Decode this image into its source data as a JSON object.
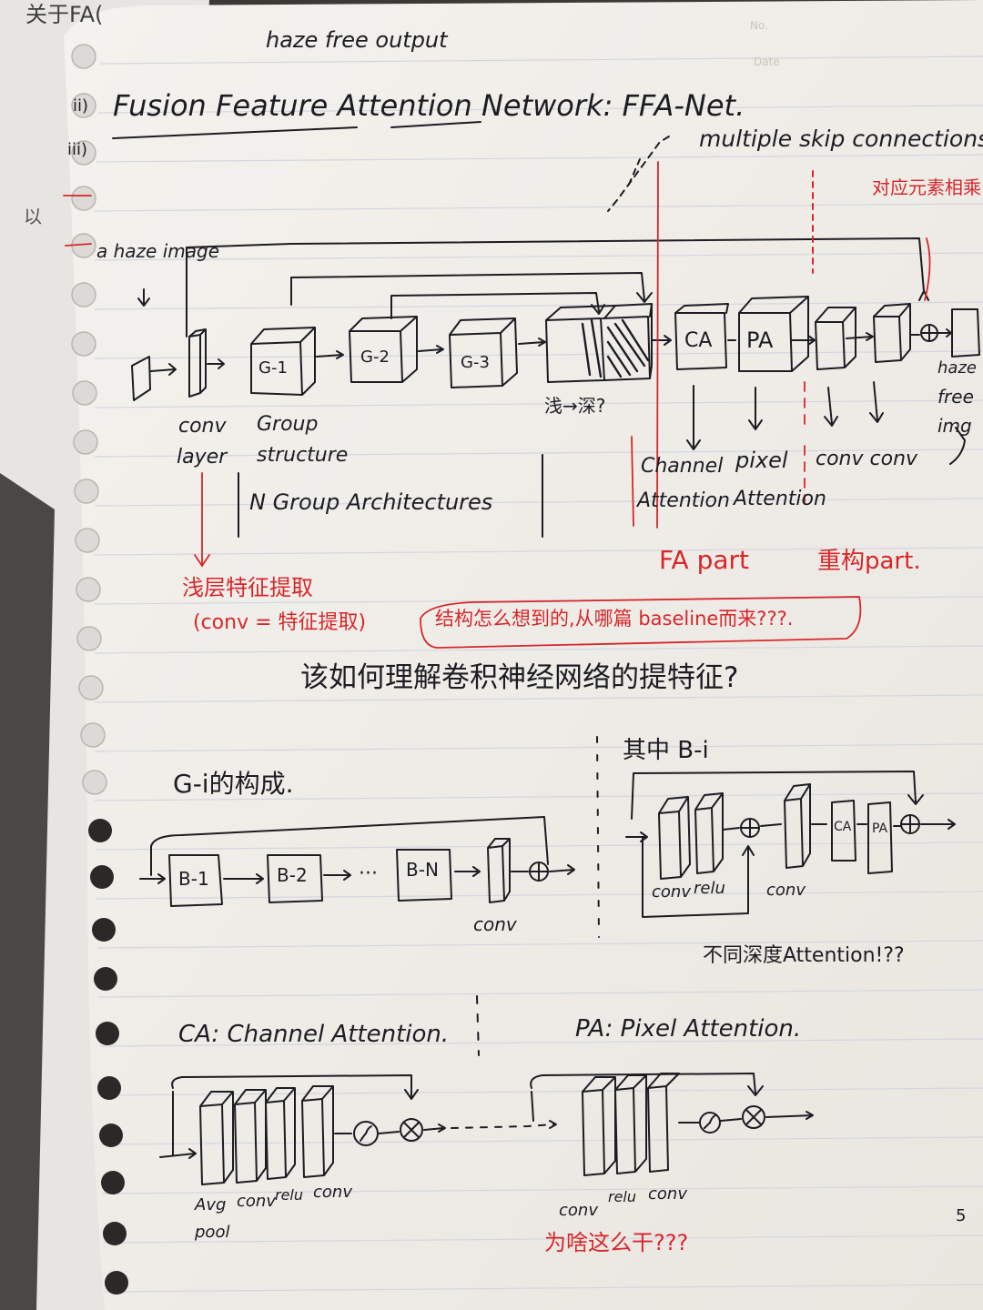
{
  "corner_text": {
    "background_header": "关于FA(",
    "side_mark": "以",
    "page_ghost_1": "No.",
    "page_ghost_2": "Date"
  },
  "top_output": "haze free output",
  "title": "Fusion Feature Attention Network:  FFA-Net.",
  "margin_marks": [
    "ii)",
    "iii)"
  ],
  "skip_label": "multiple skip connections",
  "red_side_note": "对应元素相乘",
  "input_label": "a haze image",
  "blocks": {
    "g1": "G-1",
    "g2": "G-2",
    "g3": "G-3",
    "ca": "CA",
    "pa": "PA"
  },
  "shallow_deep": "浅→深?",
  "output_label": {
    "line1": "haze",
    "line2": "free",
    "line3": "img"
  },
  "labels": {
    "conv_layer_1": "conv",
    "conv_layer_2": "layer",
    "group_1": "Group",
    "group_2": "structure",
    "n_group": "N Group Architectures",
    "channel_1": "Channel",
    "channel_2": "Attention",
    "pixel_1": "pixel",
    "pixel_2": "Attention",
    "conv_conv": "conv conv"
  },
  "red_notes": {
    "fa_part": "FA part",
    "recon_part": "重构part.",
    "shallow_1": "浅层特征提取",
    "shallow_2": "(conv = 特征提取)",
    "baseline": "结构怎么想到的,从哪篇 baseline而来???.",
    "why_conv": "为啥这么干???"
  },
  "question": "该如何理解卷积神经网络的提特征?",
  "gi_heading": "G-i的构成.",
  "gi_blocks": {
    "b1": "B-1",
    "b2": "B-2",
    "dots": "···",
    "bn": "B-N",
    "conv": "conv"
  },
  "bi_heading": "其中 B-i",
  "bi_labels": {
    "conv": "conv",
    "relu": "relu",
    "conv2": "conv",
    "ca": "CA",
    "pa": "PA"
  },
  "depth_question": "不同深度Attention!??",
  "ca_heading": "CA: Channel Attention.",
  "ca_labels": {
    "avg": "Avg",
    "pool": "pool",
    "conv": "conv",
    "relu": "relu",
    "conv2": "conv"
  },
  "pa_heading": "PA: Pixel Attention.",
  "pa_labels": {
    "conv": "conv",
    "relu": "relu",
    "conv2": "conv"
  },
  "page_number": "5"
}
